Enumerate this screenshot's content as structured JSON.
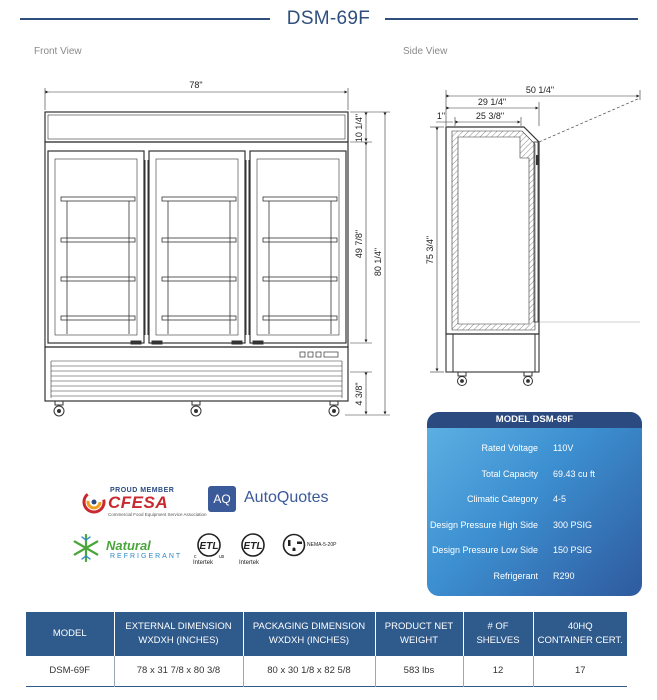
{
  "title": "DSM-69F",
  "views": {
    "front": "Front View",
    "side": "Side View"
  },
  "dimensions": {
    "front_width": "78\"",
    "front_top_panel": "10 1/4\"",
    "front_door": "49 7/8\"",
    "front_total_height": "80 1/4\"",
    "front_base": "4 3/8\"",
    "side_overall_depth": "50 1/4\"",
    "side_depth": "29 1/4\"",
    "side_inner_depth": "25 3/8\"",
    "side_door": "1\"",
    "side_height": "75 3/4\""
  },
  "spec_panel": {
    "header": "MODEL DSM-69F",
    "rows": [
      {
        "label": "Rated  Voltage",
        "value": "110V"
      },
      {
        "label": "Total Capacity",
        "value": "69.43 cu ft"
      },
      {
        "label": "Climatic Category",
        "value": "4-5"
      },
      {
        "label": "Design Pressure High Side",
        "value": "300 PSIG"
      },
      {
        "label": "Design Pressure Low Side",
        "value": "150 PSIG"
      },
      {
        "label": "Refrigerant",
        "value": "R290"
      }
    ]
  },
  "logos": {
    "cfesa_top": "PROUD MEMBER",
    "cfesa_main": "CFESA",
    "cfesa_sub": "Commercial Food Equipment Service Association",
    "autoquotes_mark": "AQ",
    "autoquotes_text": "AutoQuotes",
    "natural_main": "Natural",
    "natural_sub": "REFRIGERANT",
    "etl1_caption": "Intertek",
    "etl2_caption": "Intertek",
    "nema": "NEMA-5-20P"
  },
  "table": {
    "headers": [
      "MODEL",
      "EXTERNAL DIMENSION\nWXDXH (INCHES)",
      "PACKAGING DIMENSION\nWXDXH (INCHES)",
      "PRODUCT NET\nWEIGHT",
      "# OF\nSHELVES",
      "40HQ\nCONTAINER CERT."
    ],
    "rows": [
      [
        "DSM-69F",
        "78 x 31 7/8 x 80 3/8",
        "80 x 30 1/8 x 82 5/8",
        "583 lbs",
        "12",
        "17"
      ]
    ]
  },
  "colors": {
    "brand_blue": "#2f4f7f",
    "table_header": "#2f5a8c",
    "panel_gradient_start": "#5fb2e3",
    "panel_gradient_end": "#2f5a9e"
  }
}
